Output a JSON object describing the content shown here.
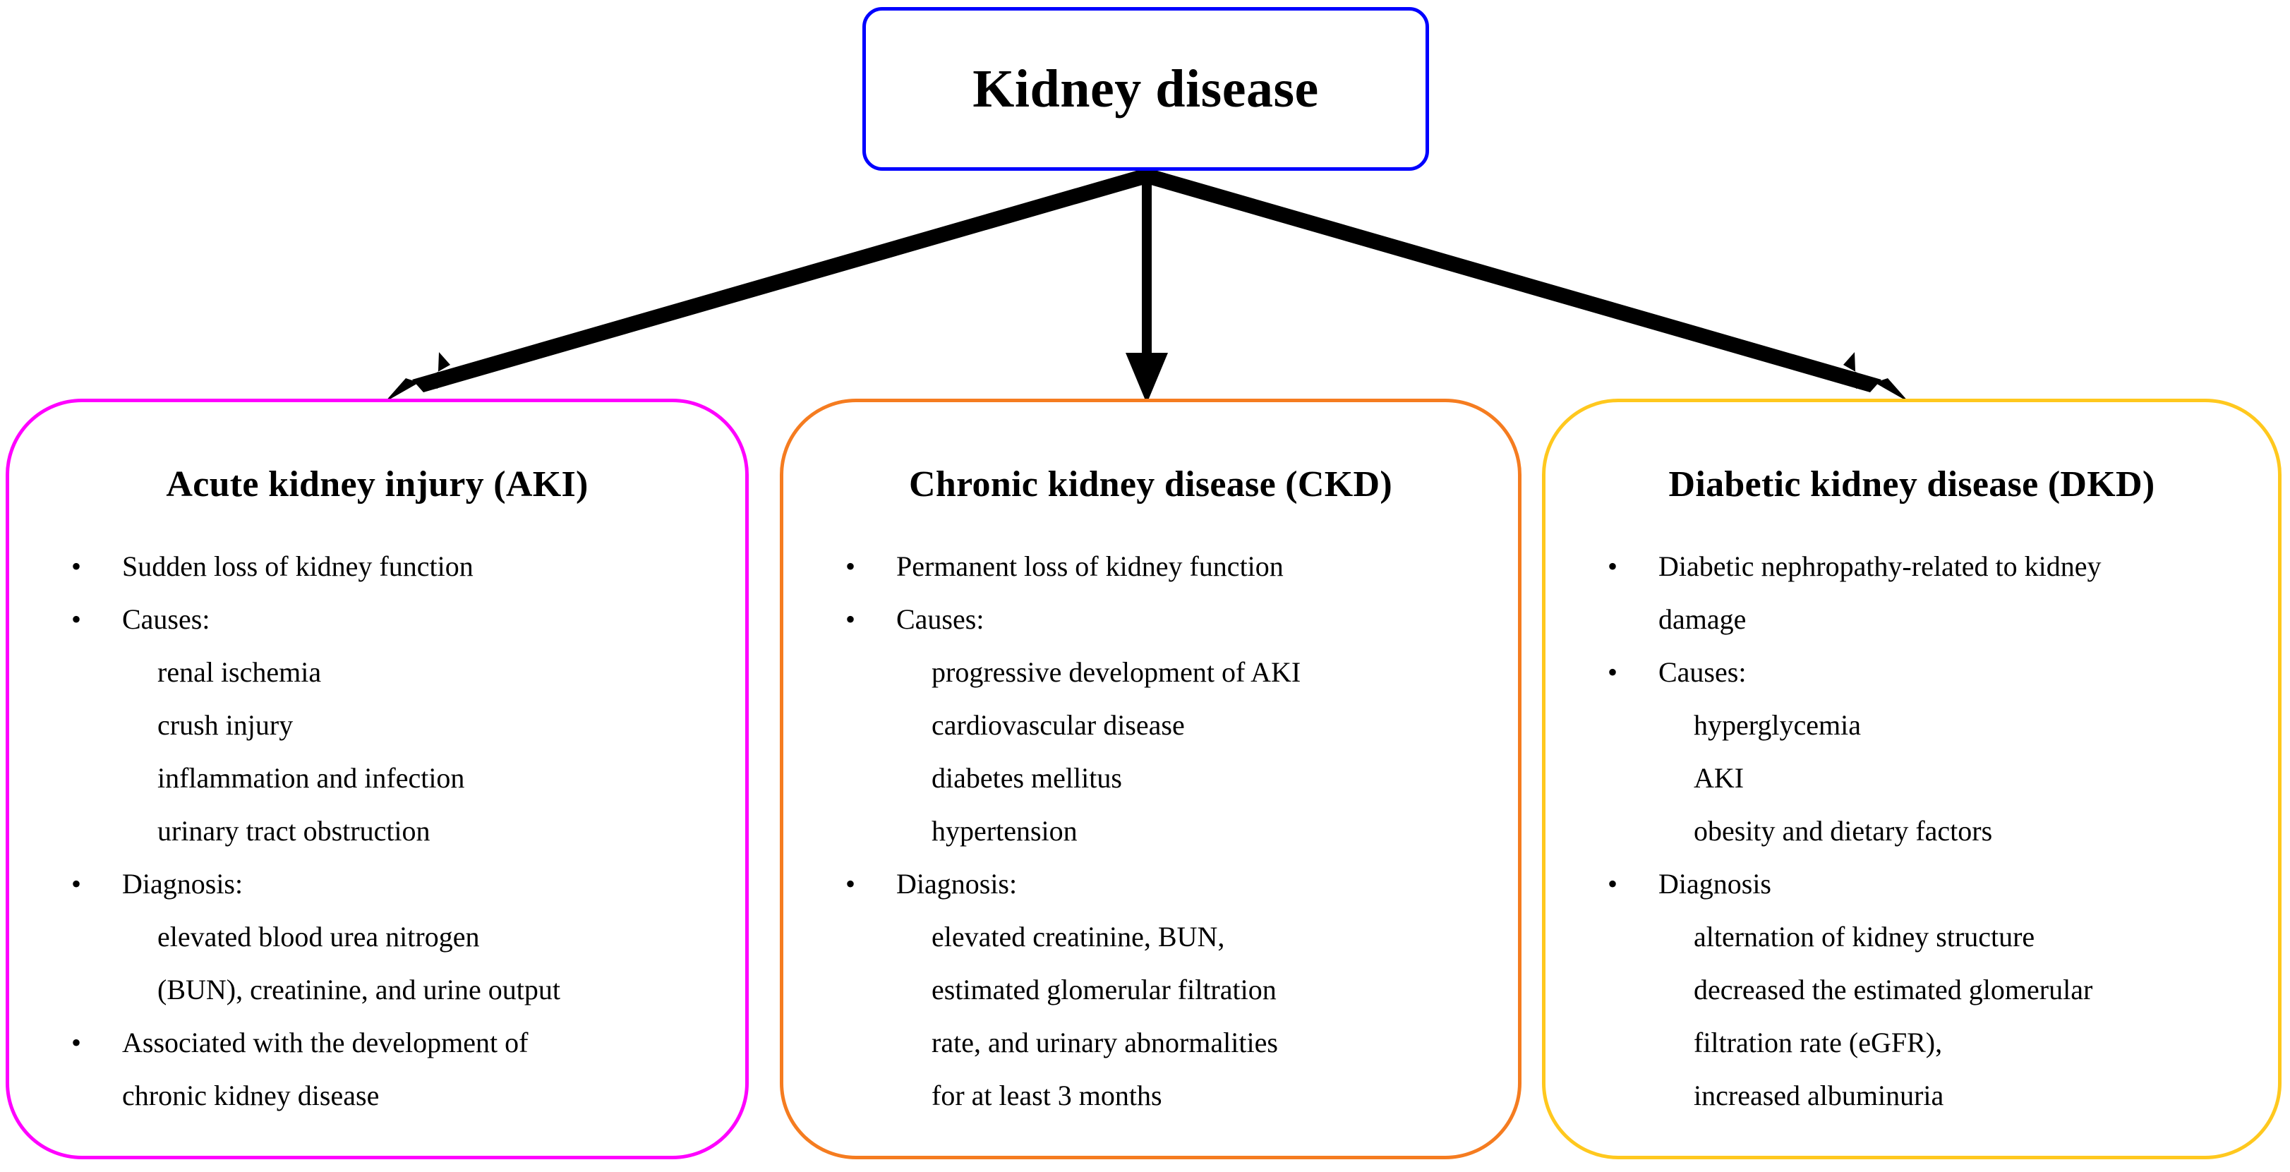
{
  "diagram": {
    "root": {
      "label": "Kidney disease",
      "border_color": "#0000ff"
    },
    "arrows": [
      {
        "name": "arrow-to-aki",
        "direction": "down-left"
      },
      {
        "name": "arrow-to-ckd",
        "direction": "down"
      },
      {
        "name": "arrow-to-dkd",
        "direction": "down-right"
      }
    ],
    "categories": [
      {
        "id": "aki",
        "title": "Acute kidney injury (AKI)",
        "border_color": "#ff00ff",
        "lines": [
          {
            "kind": "bullet",
            "text": "Sudden loss of kidney function"
          },
          {
            "kind": "bullet",
            "text": "Causes:"
          },
          {
            "kind": "sub",
            "text": "renal ischemia"
          },
          {
            "kind": "sub",
            "text": "crush injury"
          },
          {
            "kind": "sub",
            "text": "inflammation and infection"
          },
          {
            "kind": "sub",
            "text": "urinary tract obstruction"
          },
          {
            "kind": "bullet",
            "text": "Diagnosis:"
          },
          {
            "kind": "sub",
            "text": "elevated blood urea nitrogen"
          },
          {
            "kind": "sub",
            "text": "(BUN), creatinine, and urine output"
          },
          {
            "kind": "bullet",
            "text": "Associated with the development of"
          },
          {
            "kind": "cont",
            "text": "chronic kidney disease"
          }
        ]
      },
      {
        "id": "ckd",
        "title": "Chronic kidney disease (CKD)",
        "border_color": "#f57c20",
        "lines": [
          {
            "kind": "bullet",
            "text": "Permanent loss of kidney function"
          },
          {
            "kind": "bullet",
            "text": "Causes:"
          },
          {
            "kind": "sub",
            "text": "progressive development of AKI"
          },
          {
            "kind": "sub",
            "text": "cardiovascular disease"
          },
          {
            "kind": "sub",
            "text": "diabetes mellitus"
          },
          {
            "kind": "sub",
            "text": "hypertension"
          },
          {
            "kind": "bullet",
            "text": "Diagnosis:"
          },
          {
            "kind": "sub",
            "text": "elevated creatinine, BUN,"
          },
          {
            "kind": "sub",
            "text": "estimated glomerular filtration"
          },
          {
            "kind": "sub",
            "text": "rate, and urinary abnormalities"
          },
          {
            "kind": "sub",
            "text": "for at least 3 months"
          }
        ]
      },
      {
        "id": "dkd",
        "title": "Diabetic kidney disease (DKD)",
        "border_color": "#ffc81e",
        "lines": [
          {
            "kind": "bullet",
            "text": "Diabetic nephropathy-related to kidney"
          },
          {
            "kind": "cont",
            "text": "damage"
          },
          {
            "kind": "bullet",
            "text": "Causes:"
          },
          {
            "kind": "sub",
            "text": "hyperglycemia"
          },
          {
            "kind": "sub",
            "text": "AKI"
          },
          {
            "kind": "sub",
            "text": "obesity and dietary factors"
          },
          {
            "kind": "bullet",
            "text": "Diagnosis"
          },
          {
            "kind": "sub",
            "text": "alternation of kidney structure"
          },
          {
            "kind": "sub",
            "text": "decreased the estimated glomerular"
          },
          {
            "kind": "sub",
            "text": "filtration rate (eGFR),"
          },
          {
            "kind": "sub",
            "text": "increased albuminuria"
          }
        ]
      }
    ],
    "bullet_glyph": "•"
  }
}
